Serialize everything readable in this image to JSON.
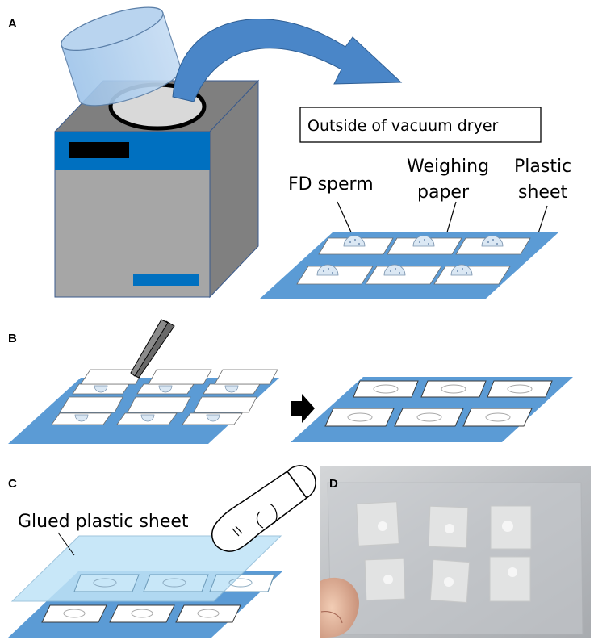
{
  "panels": {
    "a": {
      "label": "A"
    },
    "b": {
      "label": "B"
    },
    "c": {
      "label": "C"
    },
    "d": {
      "label": "D"
    }
  },
  "labels": {
    "outside_box": "Outside of vacuum dryer",
    "fd_sperm": "FD sperm",
    "weighing_line1": "Weighing",
    "weighing_line2": "paper",
    "plastic_line1": "Plastic",
    "plastic_line2": "sheet",
    "glued_sheet": "Glued plastic sheet"
  },
  "colors": {
    "sheet_blue": "#5b9bd5",
    "dryer_blue": "#0070c0",
    "arrow_blue": "#4a86c8",
    "glued_sheet": "#bfe3f7",
    "dryer_grey": "#a6a6a6"
  },
  "icons": {
    "arrow": "curved-arrow-icon",
    "forward": "right-arrow-icon",
    "tweezers": "tweezers-icon",
    "finger": "finger-icon"
  }
}
